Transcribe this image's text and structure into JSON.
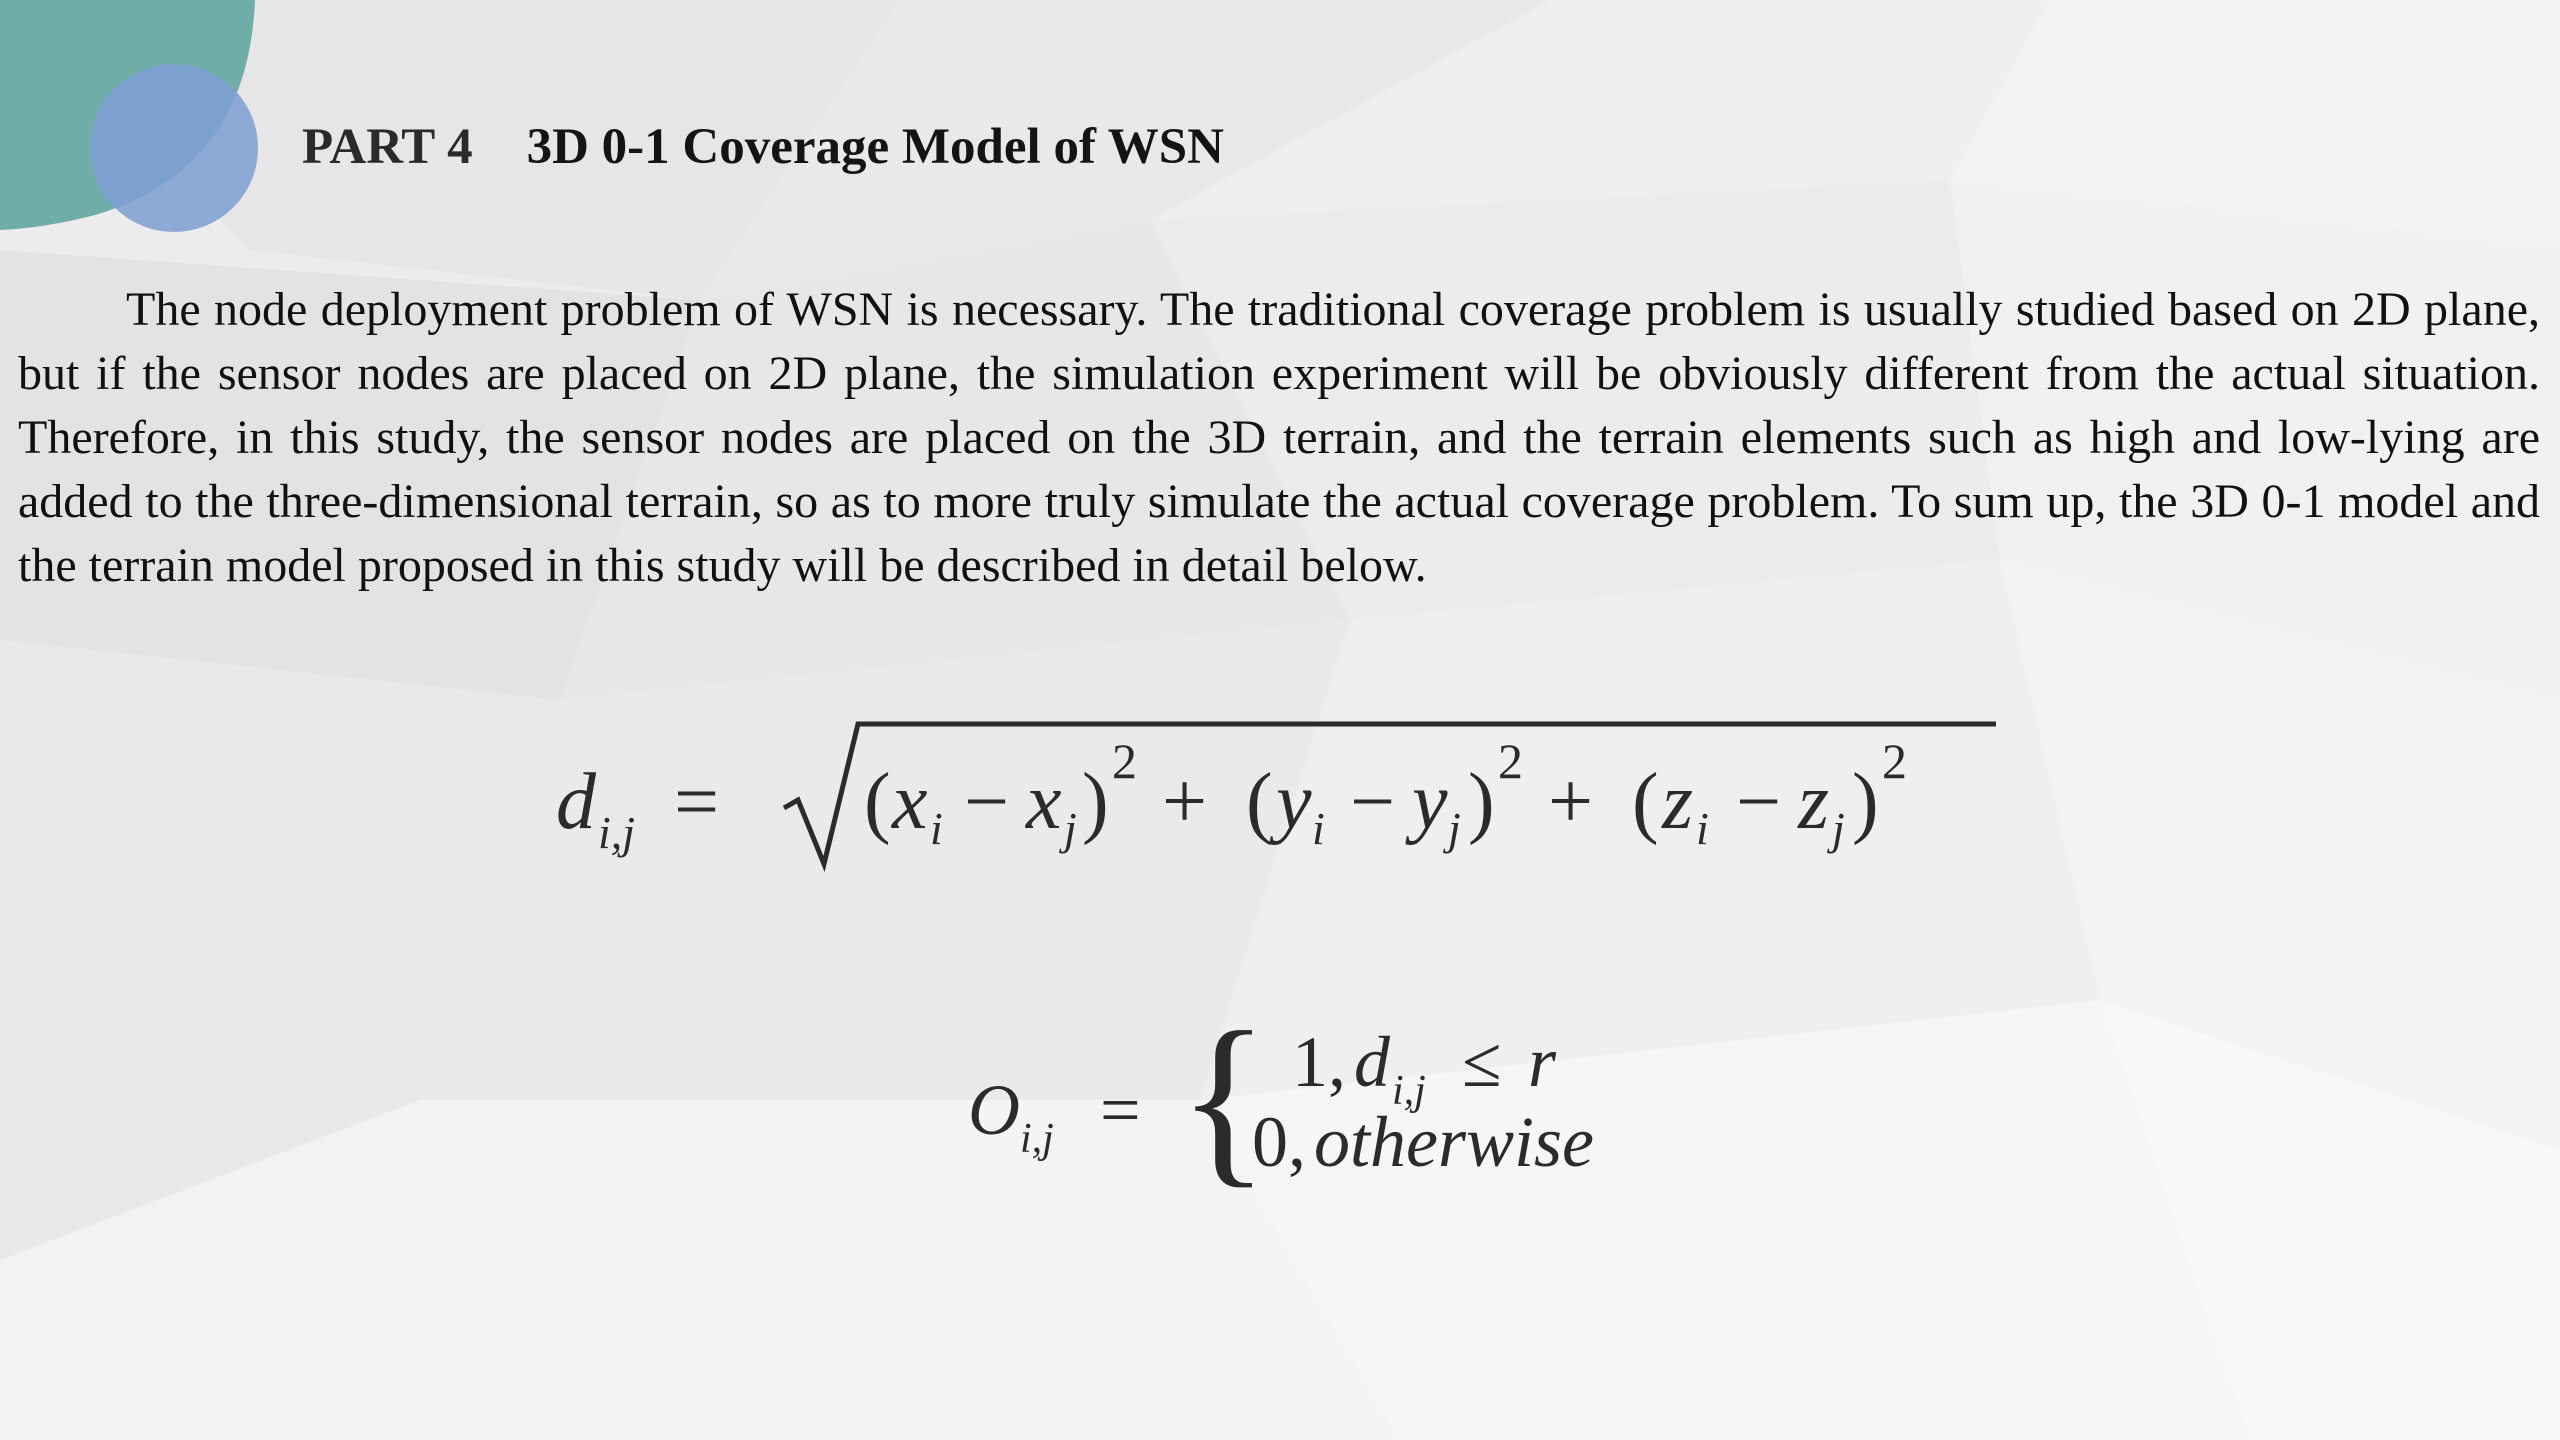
{
  "slide": {
    "part_label": "PART 4",
    "title": "3D 0-1 Coverage Model of WSN",
    "body": "The node deployment problem of WSN is necessary. The traditional coverage problem is usually studied based on 2D plane, but if the sensor nodes are placed on 2D plane, the simulation experiment will be obviously different from the actual situation. Therefore, in this study, the sensor nodes are placed on the 3D terrain, and the terrain elements such as high and low-lying are added to the three-dimensional terrain, so as to more truly simulate the actual coverage problem. To sum up, the 3D 0-1 model and the terrain model proposed in this study will be described in detail below."
  },
  "formula_distance": {
    "lhs_var": "d",
    "lhs_sub": "i,j",
    "equals": "=",
    "open_paren": "(",
    "close_paren": ")",
    "minus": "−",
    "plus": "+",
    "x": "x",
    "y": "y",
    "z": "z",
    "i": "i",
    "j": "j",
    "power": "2"
  },
  "formula_coverage": {
    "lhs_var": "O",
    "lhs_sub": "i,j",
    "equals": "=",
    "brace": "{",
    "case1_value": "1,",
    "case1_var": "d",
    "case1_sub": "i,j",
    "case1_op": "≤",
    "case1_rhs": "r",
    "case2_value": "0,",
    "case2_text": "otherwise"
  },
  "colors": {
    "corner_teal": "#6fada8",
    "corner_blue": "#7f9fd3",
    "title": "#141414",
    "formula": "#2b2b2b"
  }
}
